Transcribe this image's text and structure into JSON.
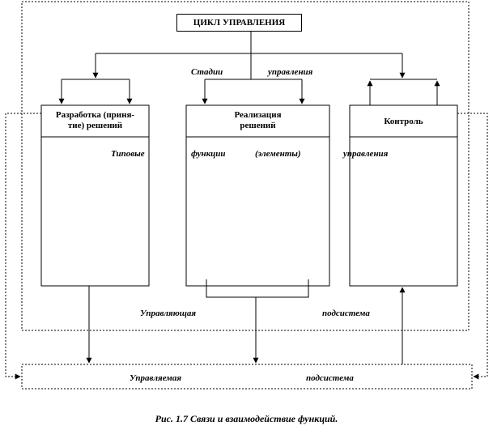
{
  "title": "ЦИКЛ УПРАВЛЕНИЯ",
  "stages_label": {
    "word1": "Стадии",
    "word2": "управления"
  },
  "boxes": [
    {
      "line1": "Разработка (приня-",
      "line2": "тие) решений"
    },
    {
      "line1": "Реализация",
      "line2": "решений"
    },
    {
      "line1": "Контроль",
      "line2": ""
    }
  ],
  "functions_label": {
    "w1": "Типовые",
    "w2": "функции",
    "w3": "(элементы)",
    "w4": "управления"
  },
  "control_subsystem": {
    "w1": "Управляющая",
    "w2": "подсистема"
  },
  "managed_subsystem": {
    "w1": "Управляемая",
    "w2": "подсистема"
  },
  "caption": "Рис. 1.7 Связи и взаимодействие функций."
}
